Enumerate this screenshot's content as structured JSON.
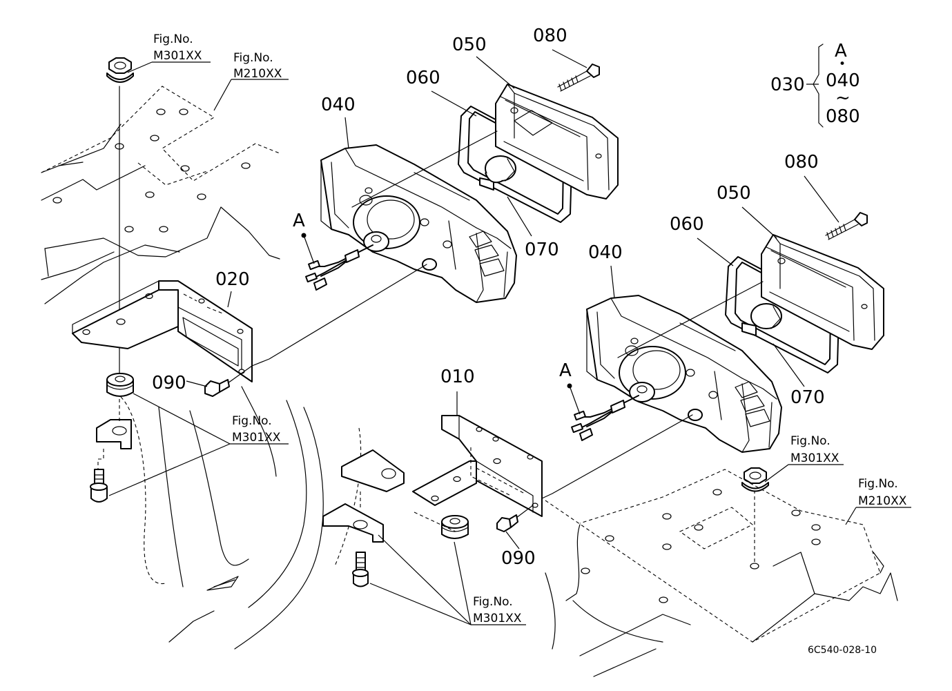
{
  "parts": {
    "p010": "010",
    "p020": "020",
    "p030": "030",
    "p040": "040",
    "p050": "050",
    "p060": "060",
    "p070": "070",
    "p080": "080",
    "p090": "090"
  },
  "callout_a": "A",
  "group": {
    "top": "A",
    "dot": "•",
    "mid": "040",
    "tilde": "~",
    "bottom": "080"
  },
  "figrefs": {
    "caption": "Fig.No.",
    "m301": "M301XX",
    "m210": "M210XX"
  },
  "drawing_code": "6C540-028-10"
}
